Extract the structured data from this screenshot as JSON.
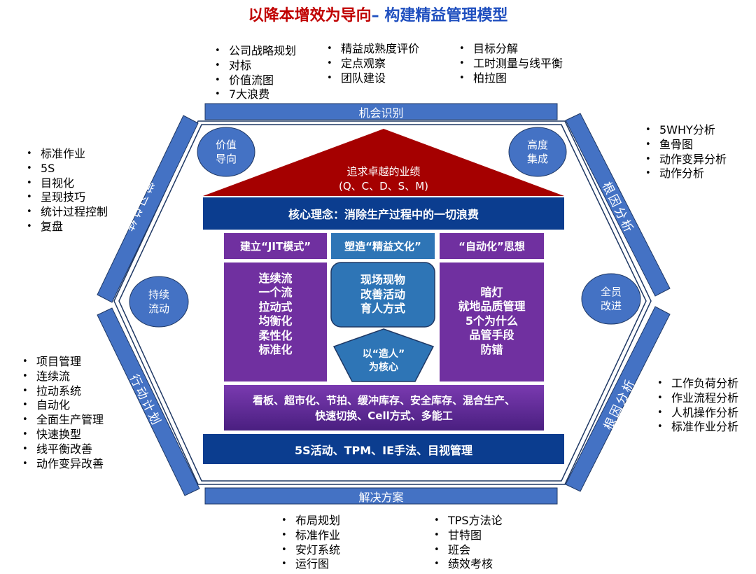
{
  "title": {
    "part1": "以降本增效为导向",
    "part2": "– 构建精益管理模型"
  },
  "colors": {
    "bar_blue": "#4472c4",
    "dark_blue": "#0b3d8f",
    "red": "#a50000",
    "purple": "#7030a0",
    "mid_blue": "#2e75b6",
    "title_red": "#c00000",
    "title_blue": "#1f4fbf"
  },
  "top_lists": [
    [
      "公司战略规划",
      "对标",
      "价值流图",
      "7大浪费"
    ],
    [
      "精益成熟度评价",
      "定点观察",
      "团队建设"
    ],
    [
      "目标分解",
      "工时测量与线平衡",
      "柏拉图"
    ]
  ],
  "left_top_list": [
    "标准作业",
    "5S",
    "目视化",
    "呈现技巧",
    "统计过程控制",
    "复盘"
  ],
  "left_bottom_list": [
    "项目管理",
    "连续流",
    "拉动系统",
    "自动化",
    "全面生产管理",
    "快速换型",
    "线平衡改善",
    "动作变异改善"
  ],
  "right_top_list": [
    "5WHY分析",
    "鱼骨图",
    "动作变异分析",
    "动作分析"
  ],
  "right_bottom_list": [
    "工作负荷分析",
    "作业流程分析",
    "人机操作分析",
    "标准作业分析"
  ],
  "bottom_lists": [
    [
      "布局规划",
      "标准作业",
      "安灯系统",
      "运行图"
    ],
    [
      "TPS方法论",
      "甘特图",
      "班会",
      "绩效考核"
    ]
  ],
  "bars": {
    "top": "机会识别",
    "bottom": "解决方案",
    "left_upper": "学习总结",
    "left_lower": "行动计划",
    "right_upper": "根因分析",
    "right_lower": "根因分析"
  },
  "circles": {
    "top_left": [
      "价值",
      "导向"
    ],
    "top_right": [
      "高度",
      "集成"
    ],
    "left": [
      "持续",
      "流动"
    ],
    "right": [
      "全员",
      "改进"
    ]
  },
  "roof": {
    "line1": "追求卓越的业绩",
    "line2": "(Q、C、D、S、M)"
  },
  "core": "核心理念：消除生产过程中的一切浪费",
  "pillars": {
    "left_header": "建立“JIT模式”",
    "mid_header": "塑造“精益文化”",
    "right_header": "“自动化”思想",
    "left_items": [
      "连续流",
      "一个流",
      "拉动式",
      "均衡化",
      "柔性化",
      "标准化"
    ],
    "mid_items": [
      "现场现物",
      "改善活动",
      "育人方式"
    ],
    "mid_core": [
      "以“造人”",
      "为核心"
    ],
    "right_items": [
      "暗灯",
      "就地品质管理",
      "5个为什么",
      "品管手段",
      "防错"
    ]
  },
  "tools": [
    "看板、超市化、节拍、缓冲库存、安全库存、混合生产、",
    "快速切换、Cell方式、多能工"
  ],
  "foundation": "5S活动、TPM、IE手法、目视管理"
}
